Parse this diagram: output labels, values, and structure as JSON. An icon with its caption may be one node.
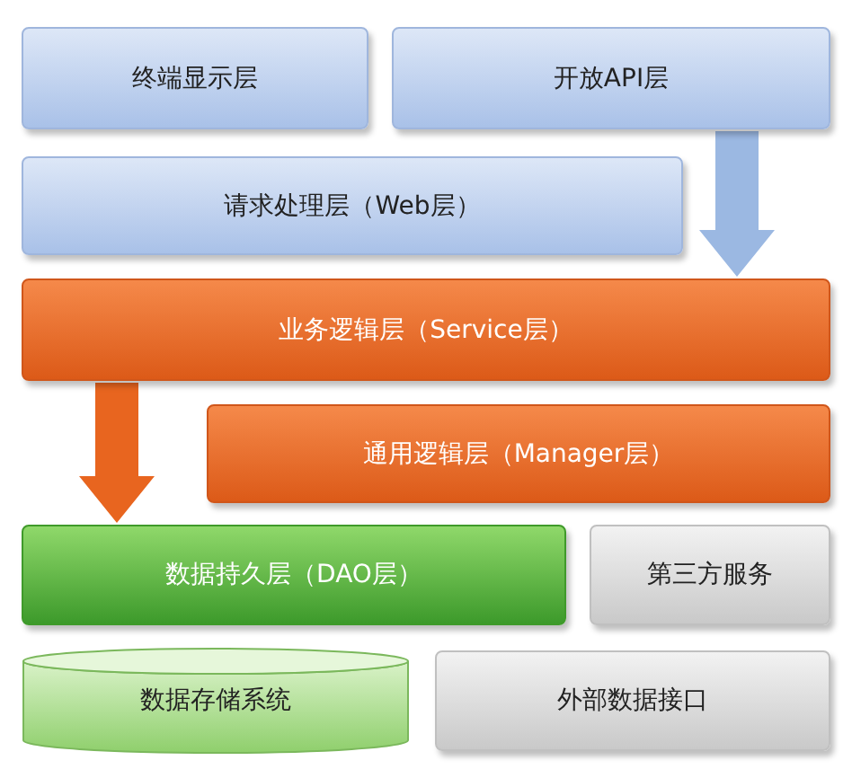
{
  "diagram": {
    "nodes": [
      {
        "text": [
          "终端显示层"
        ]
      },
      {
        "text": [
          "开放API层"
        ]
      },
      {
        "text": [
          "请求处理层（Web层）"
        ]
      },
      {
        "text": [
          "业务逻辑层（Service层）"
        ]
      },
      {
        "text": [
          "通用逻辑层（Manager层）"
        ]
      },
      {
        "text": [
          "数据持久层（DAO层）"
        ]
      },
      {
        "text": [
          "第三方服务"
        ]
      },
      {
        "text": [
          "数据存储系统"
        ]
      },
      {
        "text": [
          "外部数据接口"
        ]
      }
    ],
    "edges": [
      {
        "from": 1,
        "to": 3,
        "arrow": "to",
        "color": "#9bb8e2"
      },
      {
        "from": 3,
        "to": 5,
        "arrow": "to",
        "color": "#e8651f"
      }
    ]
  }
}
